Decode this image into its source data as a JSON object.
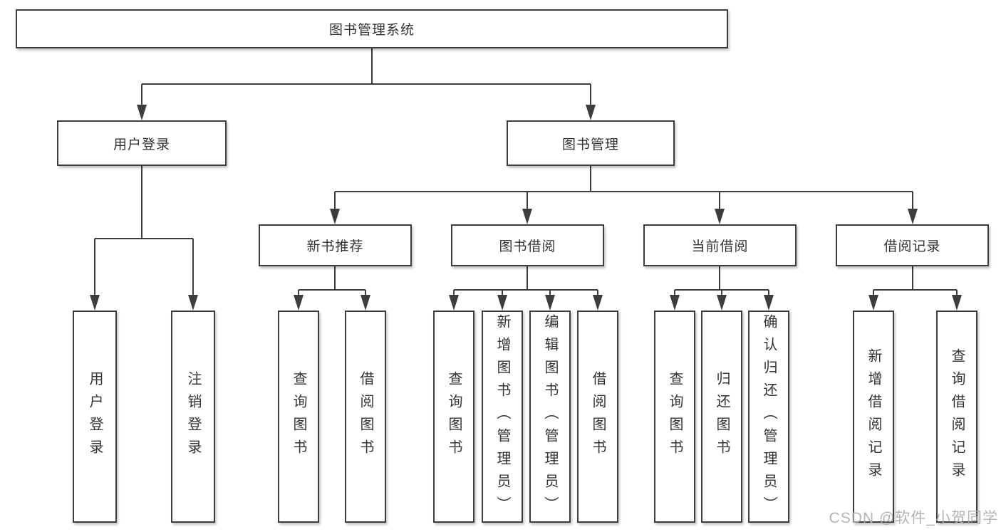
{
  "watermark": "CSDN @软件_小贺同学",
  "colors": {
    "line": "#3d3d3d",
    "text": "#333333",
    "background": "#ffffff",
    "watermark": "#aeaeae"
  },
  "tree": {
    "label": "图书管理系统",
    "children": [
      {
        "label": "用户登录",
        "children": [
          {
            "label": "用户登录"
          },
          {
            "label": "注销登录"
          }
        ]
      },
      {
        "label": "图书管理",
        "children": [
          {
            "label": "新书推荐",
            "children": [
              {
                "label": "查询图书"
              },
              {
                "label": "借阅图书"
              }
            ]
          },
          {
            "label": "图书借阅",
            "children": [
              {
                "label": "查询图书"
              },
              {
                "label": "新增图书（管理员）"
              },
              {
                "label": "编辑图书（管理员）"
              },
              {
                "label": "借阅图书"
              }
            ]
          },
          {
            "label": "当前借阅",
            "children": [
              {
                "label": "查询图书"
              },
              {
                "label": "归还图书"
              },
              {
                "label": "确认归还（管理员）"
              }
            ]
          },
          {
            "label": "借阅记录",
            "children": [
              {
                "label": "新增借阅记录"
              },
              {
                "label": "查询借阅记录"
              }
            ]
          }
        ]
      }
    ]
  }
}
